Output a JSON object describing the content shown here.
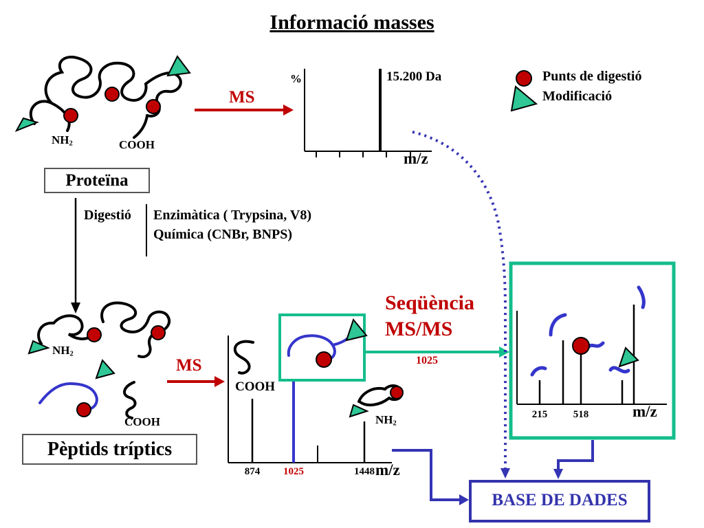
{
  "title": "Informació masses",
  "legend": {
    "digestion_label": "Punts de digestió",
    "modification_label": "Modificació"
  },
  "protein": {
    "box_label": "Proteïna",
    "nh2": "NH",
    "nh2_sub": "2",
    "cooh": "COOH"
  },
  "digestion": {
    "label": "Digestió",
    "line1": "Enzimàtica ( Trypsina, V8)",
    "line2": "Química (CNBr, BNPS)"
  },
  "ms1": {
    "arrow_label": "MS",
    "ylabel": "%",
    "peak_label": "15.200 Da",
    "xlabel": "m/z"
  },
  "peptides": {
    "box_label": "Pèptids tríptics",
    "nh2": "NH",
    "nh2_sub": "2",
    "cooh": "COOH"
  },
  "ms2": {
    "arrow_label": "MS",
    "cooh": "COOH",
    "nh2": "NH",
    "nh2_sub": "2",
    "xlabel": "m/z",
    "peaks": [
      "874",
      "1025",
      "1448"
    ]
  },
  "msms": {
    "title_line1": "Seqüència",
    "title_line2": "MS/MS",
    "arrow_label": "1025",
    "xlabel": "m/z",
    "peaks": [
      "215",
      "518"
    ]
  },
  "database": {
    "label": "BASE DE DADES"
  },
  "colors": {
    "red": "#c00000",
    "teal_line": "#13bd8c",
    "teal_fill": "#2ec795",
    "blue_line": "#3434b4",
    "blue_peptide": "#3535cc",
    "database_blue": "#3333ad"
  }
}
